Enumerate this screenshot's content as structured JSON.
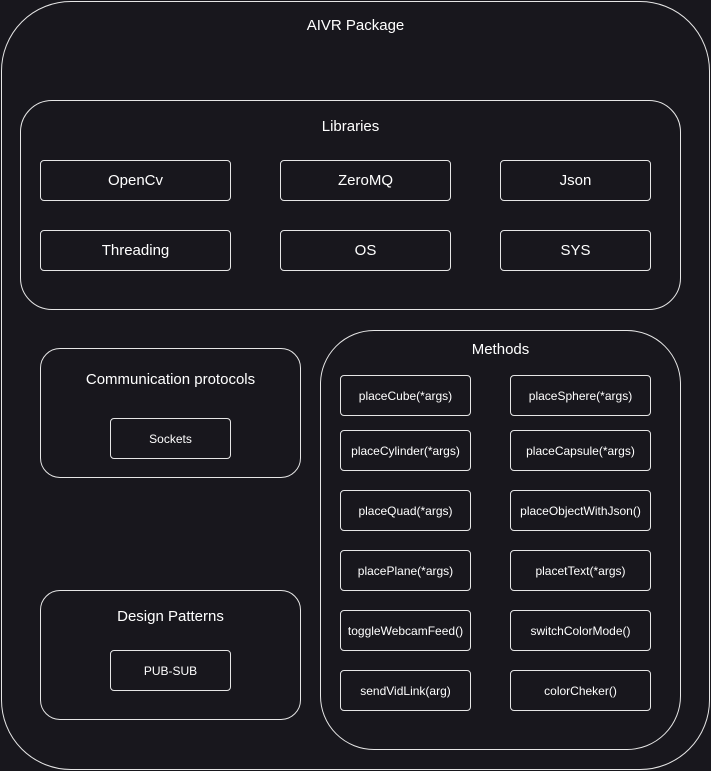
{
  "package": {
    "title": "AIVR Package"
  },
  "libraries": {
    "title": "Libraries",
    "items": [
      "OpenCv",
      "ZeroMQ",
      "Json",
      "Threading",
      "OS",
      "SYS"
    ]
  },
  "communication": {
    "title": "Communication protocols",
    "items": [
      "Sockets"
    ]
  },
  "design_patterns": {
    "title": "Design Patterns",
    "items": [
      "PUB-SUB"
    ]
  },
  "methods": {
    "title": "Methods",
    "items": [
      "placeCube(*args)",
      "placeSphere(*args)",
      "placeCylinder(*args)",
      "placeCapsule(*args)",
      "placeQuad(*args)",
      "placeObjectWithJson()",
      "placePlane(*args)",
      "placetText(*args)",
      "toggleWebcamFeed()",
      "switchColorMode()",
      "sendVidLink(arg)",
      "colorCheker()"
    ]
  }
}
